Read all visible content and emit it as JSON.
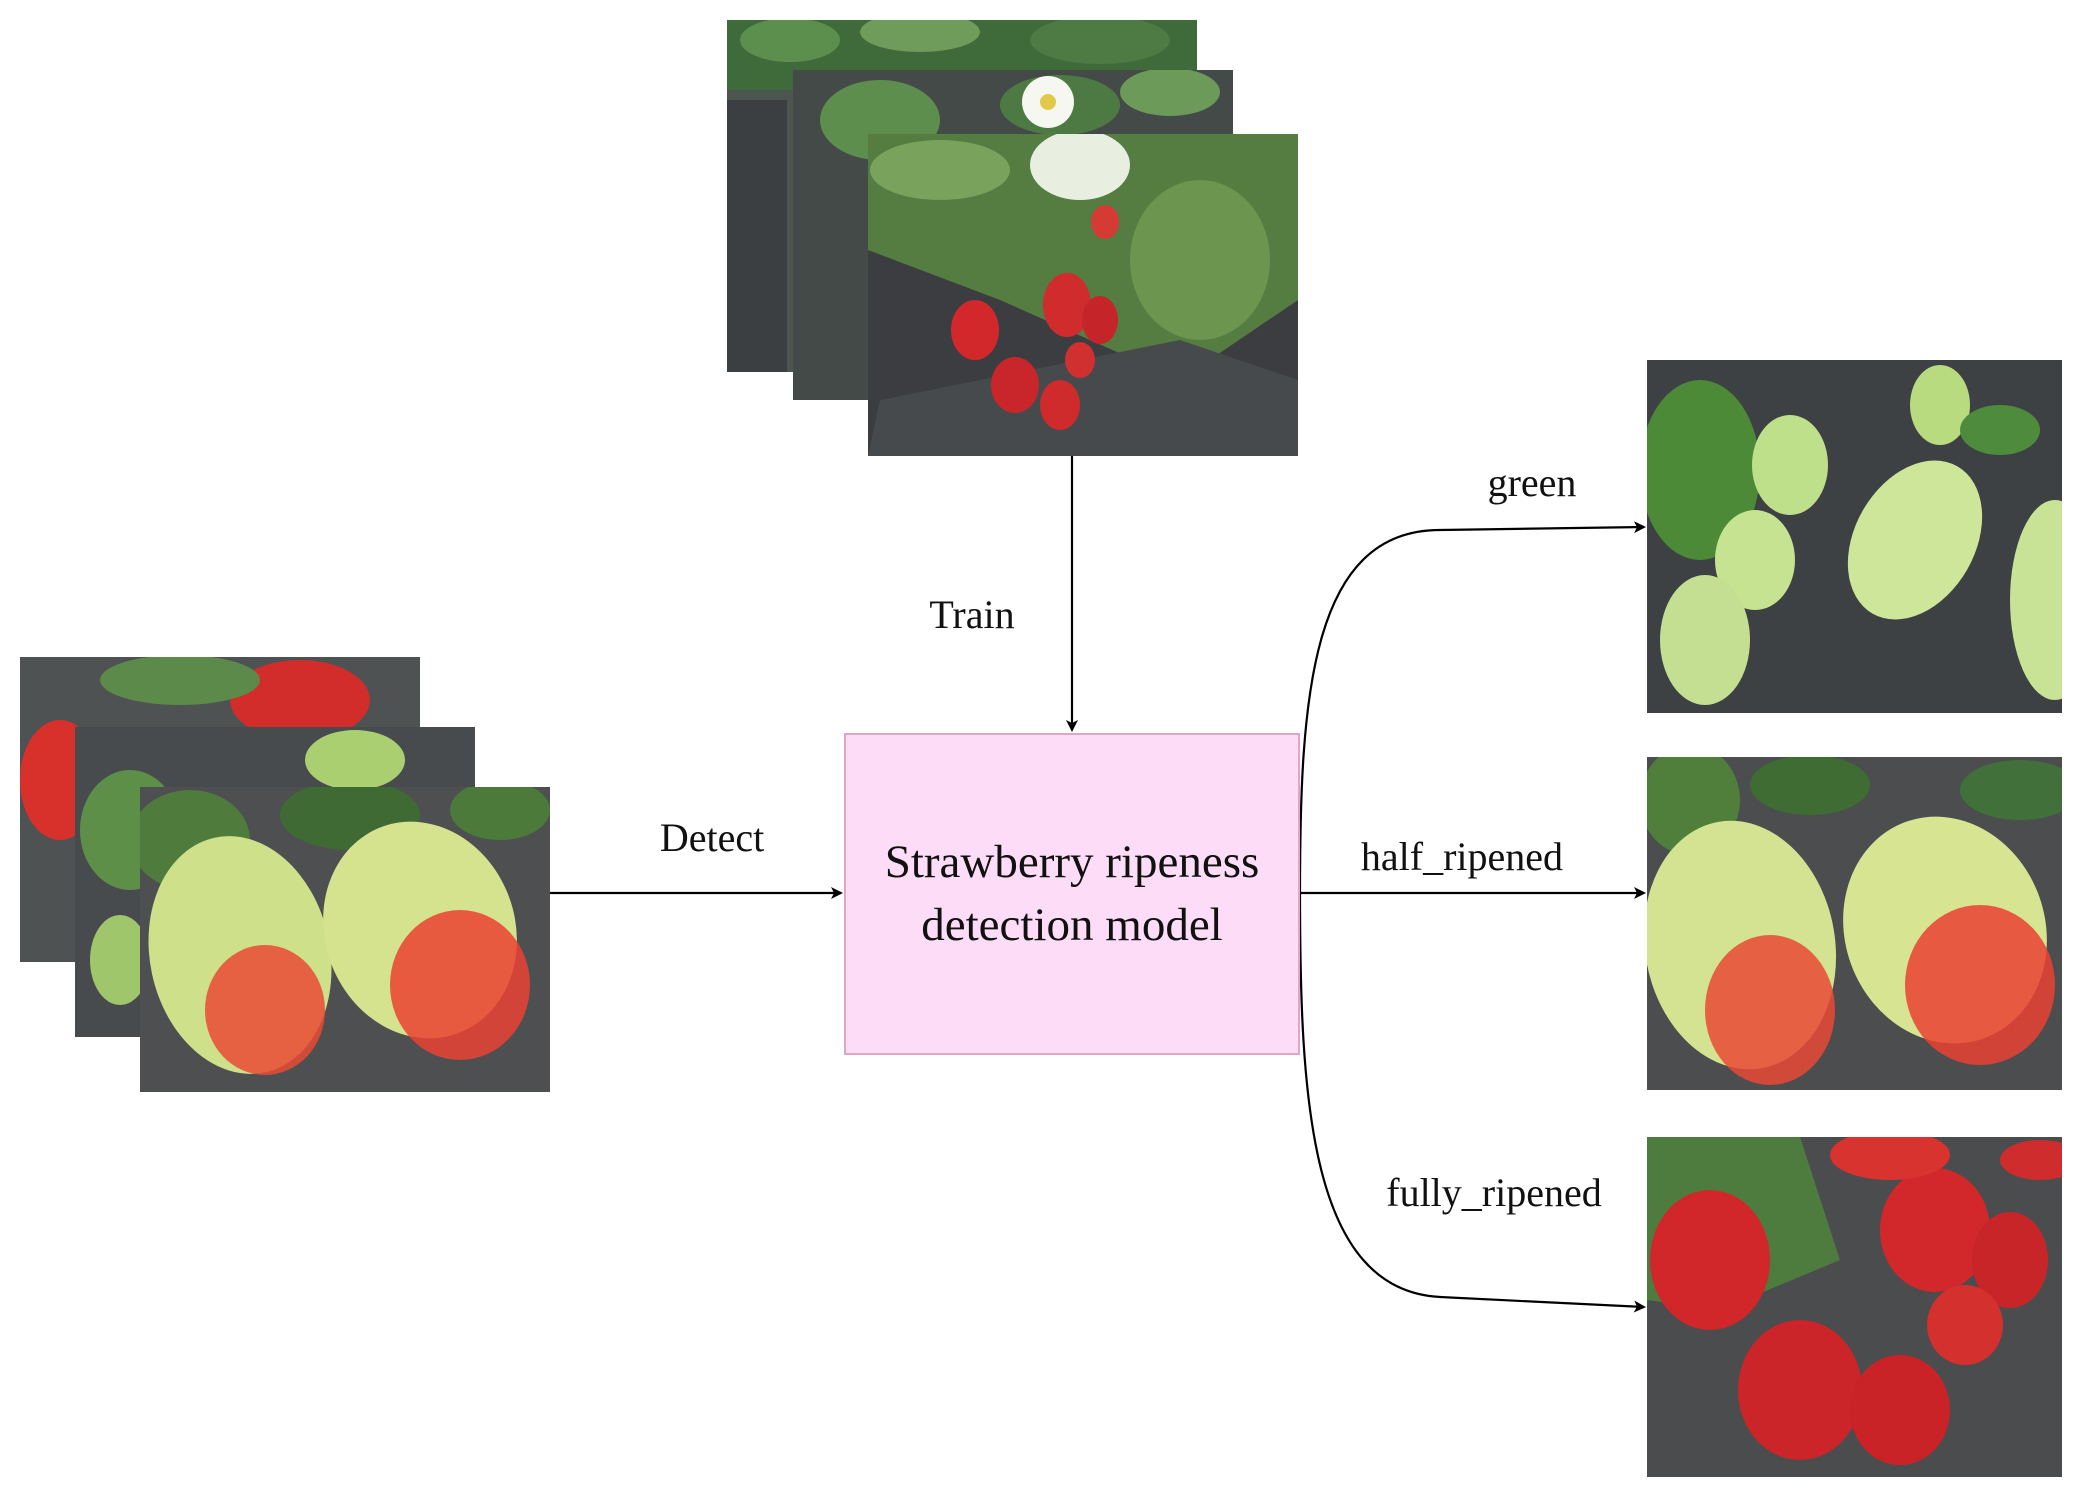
{
  "labels": {
    "train": "Train",
    "detect": "Detect",
    "green": "green",
    "half_ripened": "half_ripened",
    "fully_ripened": "fully_ripened"
  },
  "model": {
    "title": "Strawberry ripeness detection model"
  },
  "icons": {
    "training_stack": "strawberry-plant-photo-stack-icon",
    "detect_stack": "half-ripe-strawberry-photo-stack-icon",
    "green_output": "green-strawberry-photo-icon",
    "half_output": "half-ripened-strawberry-photo-icon",
    "fully_output": "fully-ripened-strawberry-photo-icon"
  },
  "colors": {
    "model_fill": "#fcdcf6",
    "model_border": "#e0a6c6",
    "arrow": "#000000"
  }
}
